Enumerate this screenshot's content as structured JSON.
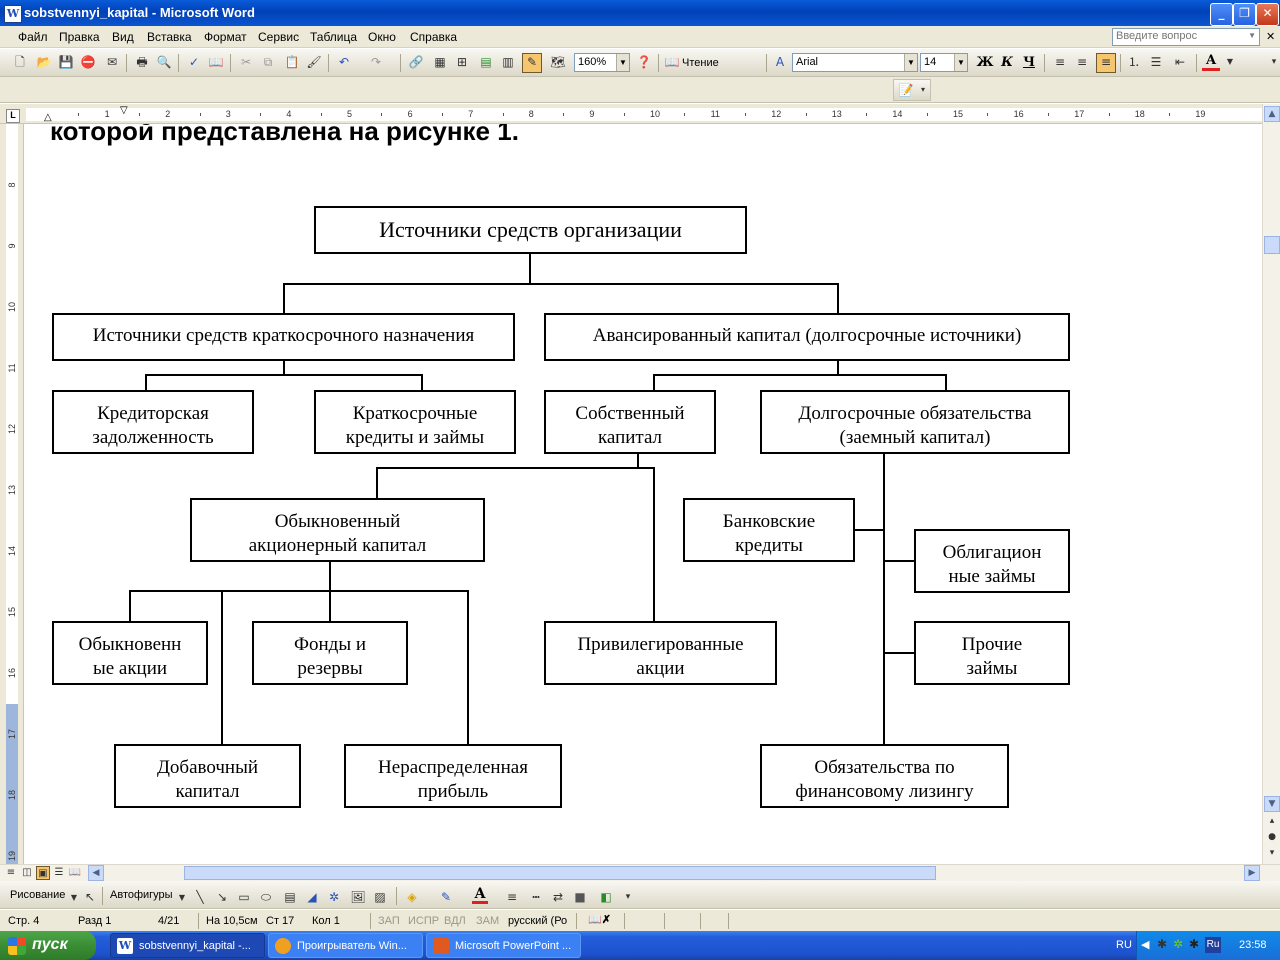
{
  "window": {
    "title": "sobstvennyi_kapital - Microsoft Word"
  },
  "menu": [
    "Файл",
    "Правка",
    "Вид",
    "Вставка",
    "Формат",
    "Сервис",
    "Таблица",
    "Окно",
    "Справка"
  ],
  "help_placeholder": "Введите вопрос",
  "toolbar": {
    "zoom": "160%",
    "reading": "Чтение",
    "font": "Arial",
    "size": "14"
  },
  "ruler": {
    "h": [
      "1",
      "2",
      "3",
      "4",
      "5",
      "6",
      "7",
      "8",
      "9",
      "10",
      "11",
      "12",
      "13",
      "14",
      "15",
      "16",
      "17",
      "18",
      "19"
    ],
    "v": [
      "8",
      "9",
      "10",
      "11",
      "12",
      "13",
      "14",
      "15",
      "16",
      "17",
      "18",
      "19"
    ]
  },
  "document": {
    "heading": "которой представлена на рисунке 1.",
    "diagram": {
      "root": "Источники средств организации",
      "short_term": "Источники средств краткосрочного назначения",
      "advanced": "Авансированный капитал (долгосрочные источники)",
      "payables": [
        "Кредиторская",
        "задолженность"
      ],
      "short_loans": [
        "Краткосрочные",
        "кредиты и займы"
      ],
      "equity": [
        "Собственный",
        "капитал"
      ],
      "long_liab": [
        "Долгосрочные обязательства",
        "(заемный капитал)"
      ],
      "common_equity": [
        "Обыкновенный",
        "акционерный капитал"
      ],
      "bank_loans": [
        "Банковские",
        "кредиты"
      ],
      "bonds": [
        "Облигацион",
        "ные займы"
      ],
      "common_shares": [
        "Обыкновенн",
        "ые акции"
      ],
      "funds": [
        "Фонды и",
        "резервы"
      ],
      "preferred": [
        "Привилегированные",
        "акции"
      ],
      "other_loans": [
        "Прочие",
        "займы"
      ],
      "additional": [
        "Добавочный",
        "капитал"
      ],
      "retained": [
        "Нераспределенная",
        "прибыль"
      ],
      "leasing": [
        "Обязательства по",
        "финансовому лизингу"
      ]
    }
  },
  "drawing_toolbar": {
    "draw": "Рисование",
    "autoshapes": "Автофигуры"
  },
  "status": {
    "page": "Стр. 4",
    "section": "Разд 1",
    "pages": "4/21",
    "at": "На 10,5см",
    "line": "Ст 17",
    "col": "Кол 1",
    "rec": "ЗАП",
    "trk": "ИСПР",
    "ext": "ВДЛ",
    "ovr": "ЗАМ",
    "lang": "русский (Ро"
  },
  "taskbar": {
    "start": "пуск",
    "tasks": [
      "sobstvennyi_kapital -...",
      "Проигрыватель Win...",
      "Microsoft PowerPoint ..."
    ],
    "lang": "RU",
    "time": "23:58"
  }
}
